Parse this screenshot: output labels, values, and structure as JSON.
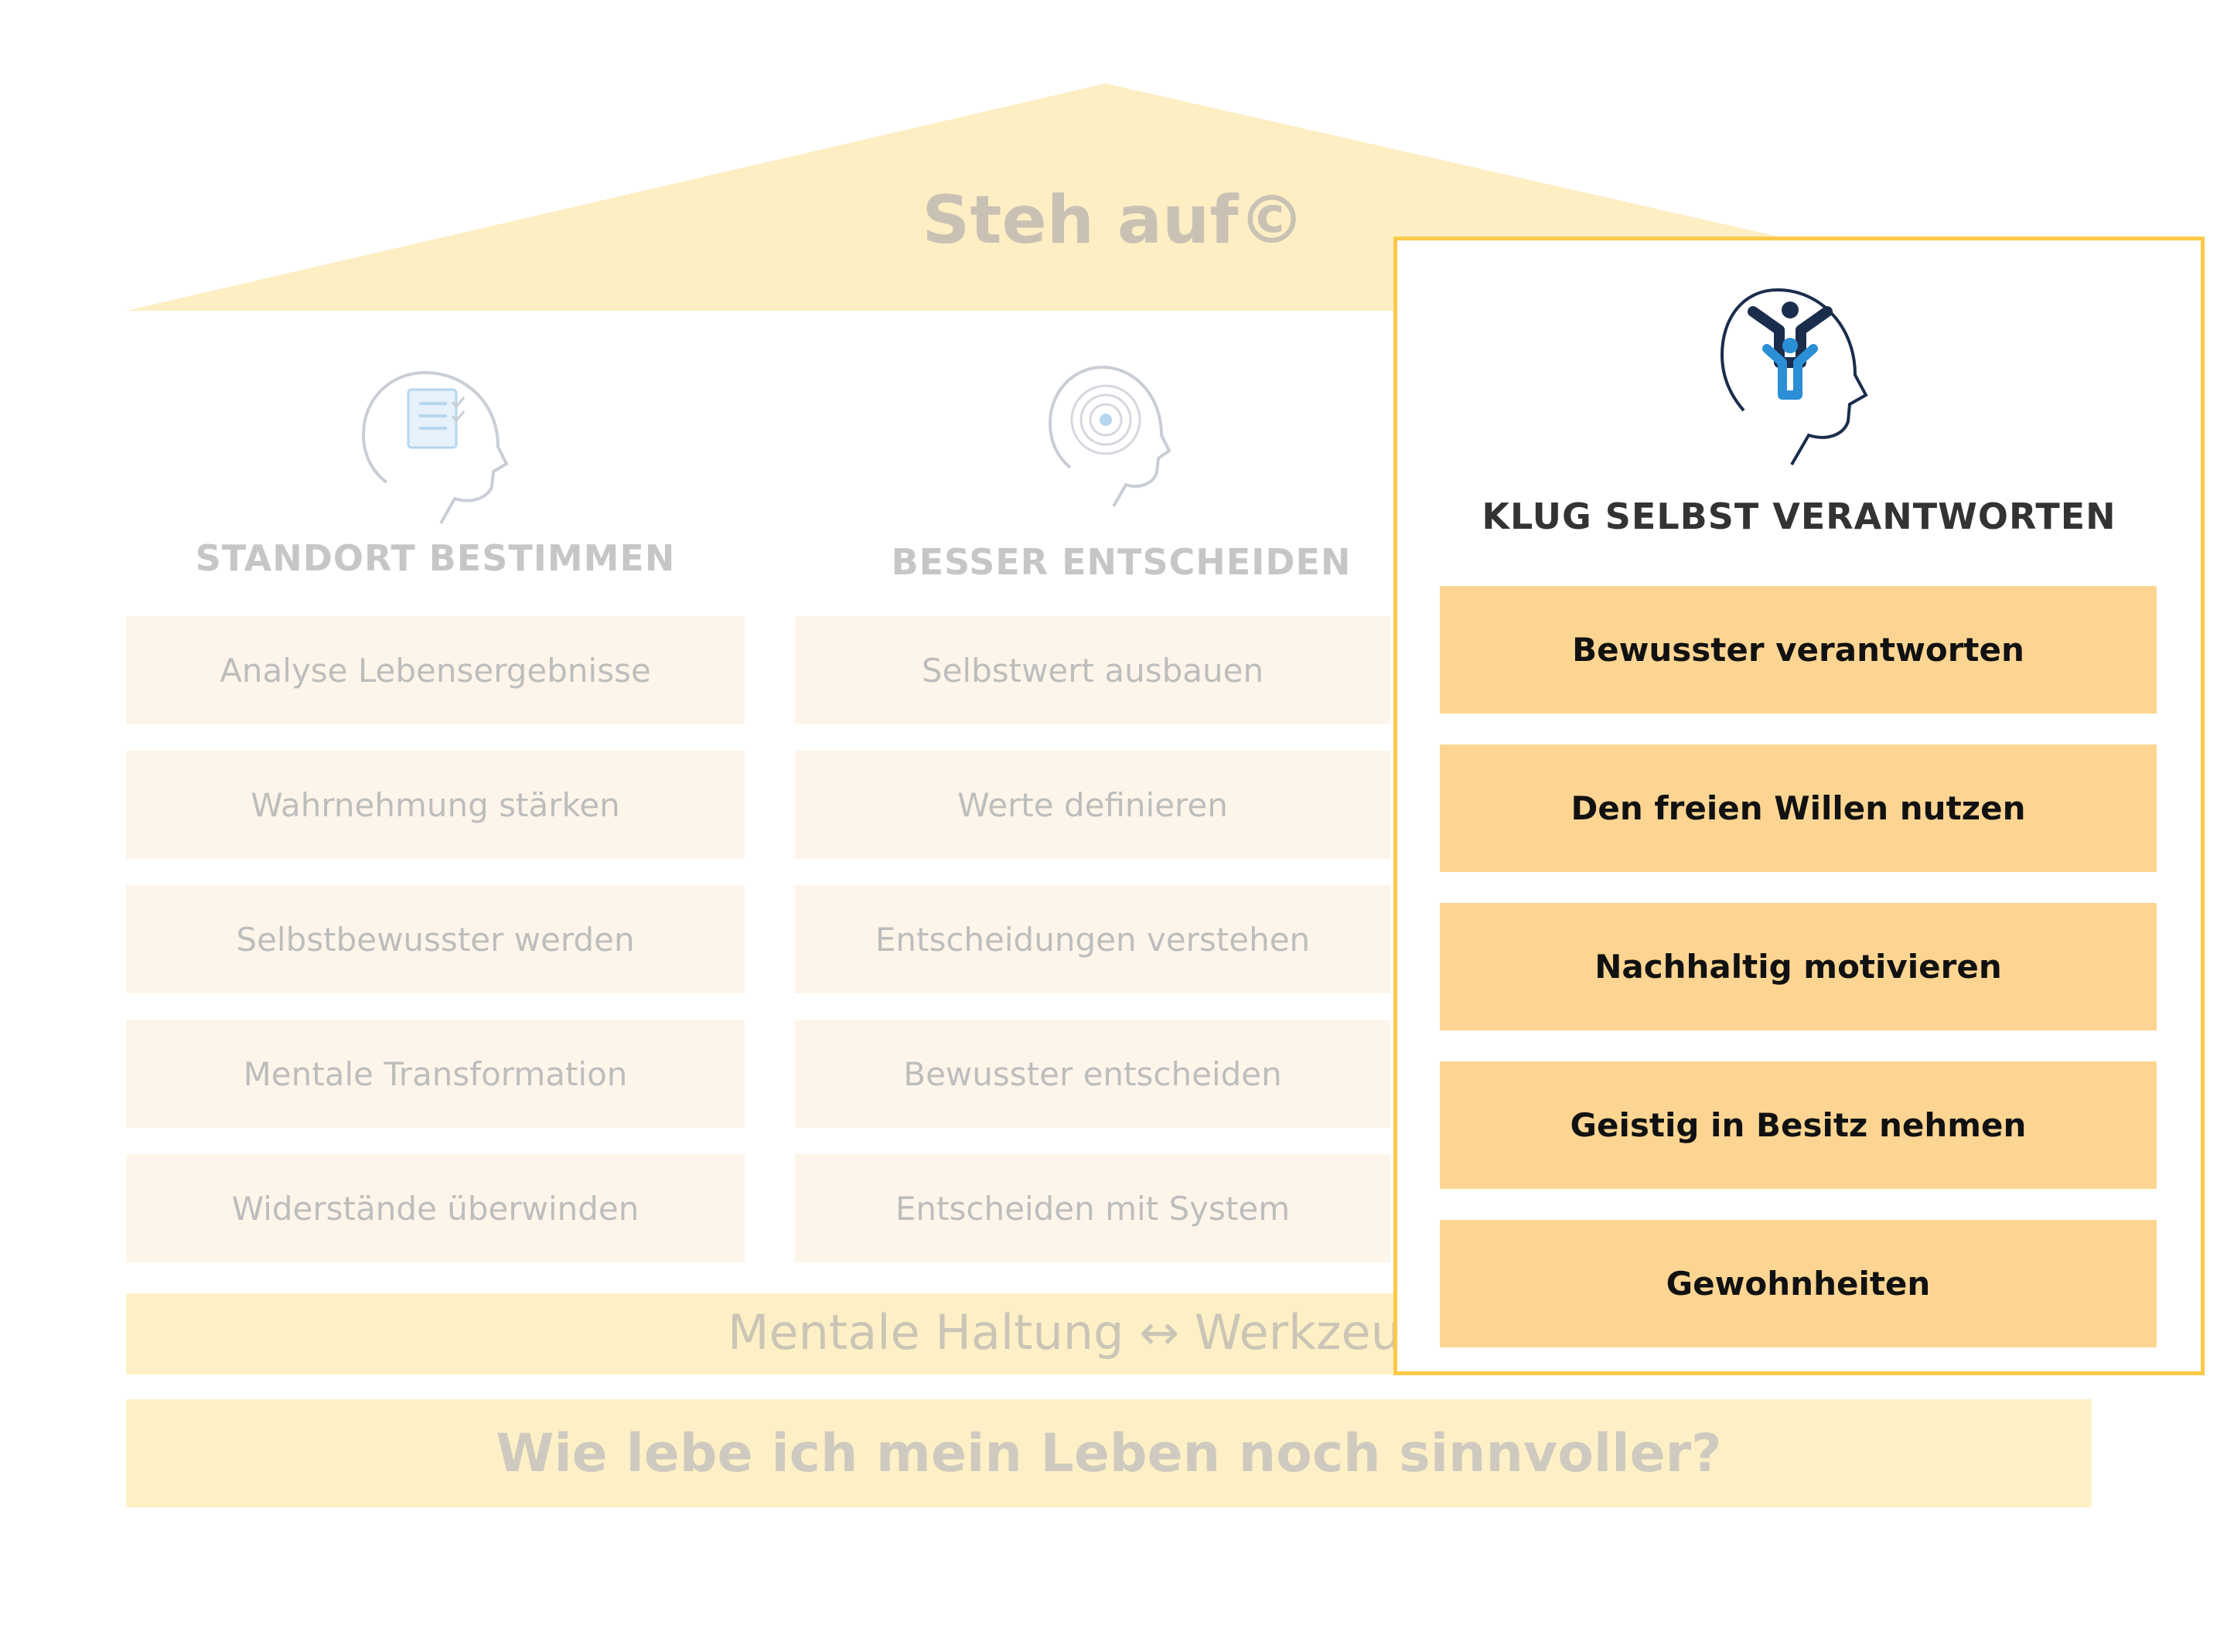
{
  "title": "Steh auf©",
  "colors": {
    "roof": "#fdeec4",
    "panel_border": "#fcc948",
    "panel_cell": "#fdd593",
    "faded_cell": "#fdf5ea",
    "icon_blue": "#2b8fd6",
    "icon_navy": "#1a2d4c"
  },
  "columns": [
    {
      "heading": "STANDORT BESTIMMEN",
      "icon": "head-checklist-icon",
      "items": [
        "Analyse Lebensergebnisse",
        "Wahrnehmung stärken",
        "Selbstbewusster werden",
        "Mentale Transformation",
        "Widerstände überwinden"
      ]
    },
    {
      "heading": "BESSER ENTSCHEIDEN",
      "icon": "head-maze-icon",
      "items": [
        "Selbstwert ausbauen",
        "Werte definieren",
        "Entscheidungen verstehen",
        "Bewusster entscheiden",
        "Entscheiden mit System"
      ]
    }
  ],
  "panel": {
    "heading": "KLUG SELBST VERANTWORTEN",
    "icon": "head-person-icon",
    "items": [
      "Bewusster verantworten",
      "Den freien Willen nutzen",
      "Nachhaltig motivieren",
      "Geistig in Besitz nehmen",
      "Gewohnheiten"
    ]
  },
  "band": "Mentale Haltung ↔ Werkzeuge",
  "base": "Wie lebe ich mein Leben noch sinnvoller?"
}
